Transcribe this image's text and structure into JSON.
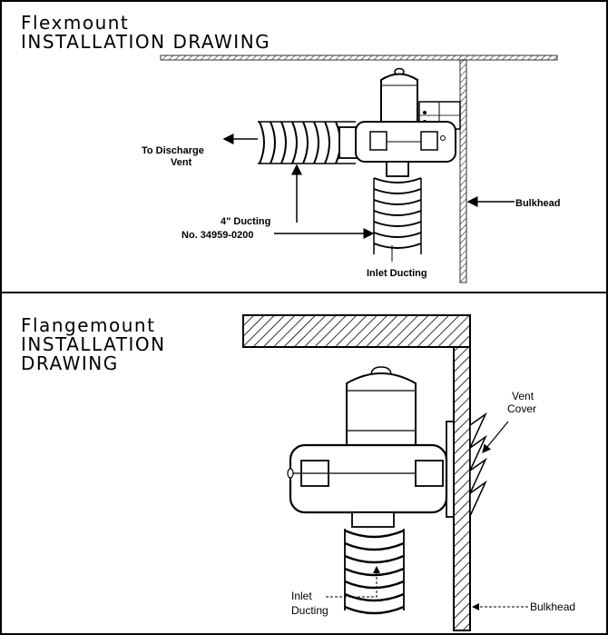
{
  "flexmount": {
    "title_line1": "Flexmount",
    "title_line2": "INSTALLATION DRAWING",
    "labels": {
      "discharge_line1": "To Discharge",
      "discharge_line2": "Vent",
      "ducting_line1": "4\" Ducting",
      "ducting_line2": "No. 34959-0200",
      "bulkhead": "Bulkhead",
      "inlet": "Inlet Ducting"
    }
  },
  "flangemount": {
    "title_line1": "Flangemount",
    "title_line2": "INSTALLATION",
    "title_line3": "DRAWING",
    "labels": {
      "vent_line1": "Vent",
      "vent_line2": "Cover",
      "inlet_line1": "Inlet",
      "inlet_line2": "Ducting",
      "bulkhead": "Bulkhead"
    }
  },
  "colors": {
    "ink": "#000000",
    "paper": "#ffffff"
  }
}
